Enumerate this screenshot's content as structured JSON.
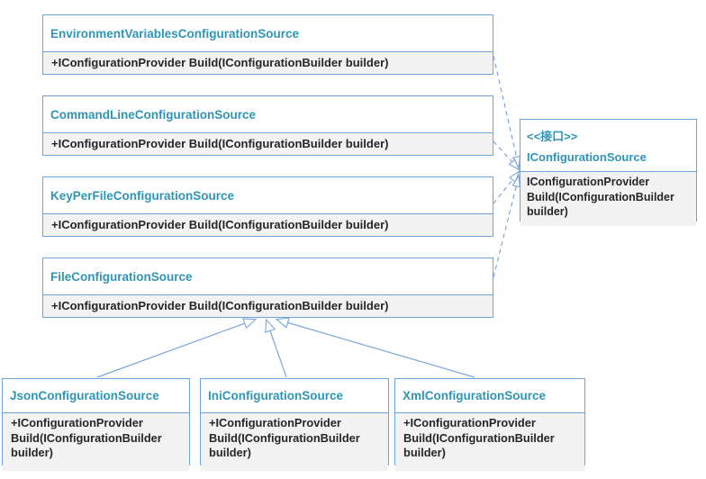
{
  "colors": {
    "border": "#6FA3DB",
    "connector": "#7CA5DC",
    "title_text": "#2E95B4",
    "method_text": "#262626",
    "method_bg": "#F2F2F2",
    "background": "#FFFFFF"
  },
  "interface": {
    "stereotype": "<<接口>>",
    "name": "IConfigurationSource",
    "method": "IConfigurationProvider Build(IConfigurationBuilder builder)"
  },
  "classes": {
    "env": {
      "name": "EnvironmentVariablesConfigurationSource",
      "method": "+IConfigurationProvider Build(IConfigurationBuilder builder)"
    },
    "cmd": {
      "name": "CommandLineConfigurationSource",
      "method": "+IConfigurationProvider Build(IConfigurationBuilder builder)"
    },
    "kpf": {
      "name": "KeyPerFileConfigurationSource",
      "method": "+IConfigurationProvider Build(IConfigurationBuilder builder)"
    },
    "file": {
      "name": "FileConfigurationSource",
      "method": "+IConfigurationProvider Build(IConfigurationBuilder builder)"
    },
    "json": {
      "name": "JsonConfigurationSource",
      "method": "+IConfigurationProvider Build(IConfigurationBuilder builder)"
    },
    "ini": {
      "name": "IniConfigurationSource",
      "method": "+IConfigurationProvider Build(IConfigurationBuilder builder)"
    },
    "xml": {
      "name": "XmlConfigurationSource",
      "method": "+IConfigurationProvider Build(IConfigurationBuilder builder)"
    }
  },
  "relationships": {
    "realizations": [
      {
        "from": "EnvironmentVariablesConfigurationSource",
        "to": "IConfigurationSource",
        "style": "dashed-open-arrow"
      },
      {
        "from": "CommandLineConfigurationSource",
        "to": "IConfigurationSource",
        "style": "dashed-open-arrow"
      },
      {
        "from": "KeyPerFileConfigurationSource",
        "to": "IConfigurationSource",
        "style": "dashed-open-arrow"
      },
      {
        "from": "FileConfigurationSource",
        "to": "IConfigurationSource",
        "style": "dashed-open-arrow"
      }
    ],
    "inheritances": [
      {
        "from": "JsonConfigurationSource",
        "to": "FileConfigurationSource",
        "style": "solid-hollow-triangle"
      },
      {
        "from": "IniConfigurationSource",
        "to": "FileConfigurationSource",
        "style": "solid-hollow-triangle"
      },
      {
        "from": "XmlConfigurationSource",
        "to": "FileConfigurationSource",
        "style": "solid-hollow-triangle"
      }
    ]
  }
}
